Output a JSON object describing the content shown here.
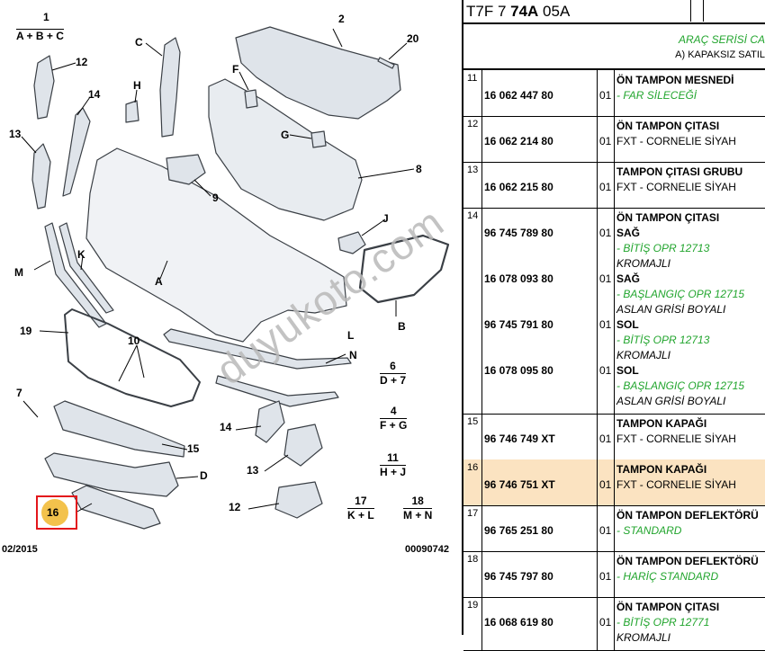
{
  "diagram": {
    "callouts": {
      "n1": "1",
      "n2": "2",
      "n4": "4",
      "n6": "6",
      "n7": "7",
      "n8": "8",
      "n9": "9",
      "n10": "10",
      "n11": "11",
      "n12a": "12",
      "n12b": "12",
      "n13a": "13",
      "n13b": "13",
      "n14a": "14",
      "n14b": "14",
      "n15": "15",
      "n16": "16",
      "n17": "17",
      "n18": "18",
      "n19": "19",
      "n20": "20",
      "lA": "A",
      "lB": "B",
      "lC": "C",
      "lD": "D",
      "lF": "F",
      "lG": "G",
      "lH": "H",
      "lJ": "J",
      "lK": "K",
      "lL": "L",
      "lM": "M",
      "lN": "N"
    },
    "combos": {
      "c1": "A + B + C",
      "c6": "D + 7",
      "c4": "F + G",
      "c11": "H + J",
      "c17": "K + L",
      "c18": "M + N"
    },
    "footer_date": "02/2015",
    "footer_ref": "00090742",
    "watermark": "duyukoto.com"
  },
  "sheet": {
    "header": {
      "code_pre": "T7F 7 ",
      "code_bold": "74A",
      "code_post": " 05A"
    },
    "subheader": {
      "title": "ARAÇ SERİSİ CA",
      "subtitle": "A) KAPAKSIZ SATIL"
    },
    "rows": [
      {
        "idx": "11",
        "lines": [
          {
            "pn": "",
            "qt": "",
            "d": "ÖN TAMPON MESNEDİ",
            "s": "b"
          },
          {
            "pn": "16 062 447 80",
            "qt": "01",
            "d": "- FAR SİLECEĞİ",
            "s": "g"
          }
        ]
      },
      {
        "idx": "12",
        "lines": [
          {
            "pn": "",
            "qt": "",
            "d": "ÖN TAMPON ÇITASI",
            "s": "b"
          },
          {
            "pn": "16 062 214 80",
            "qt": "01",
            "d": "FXT - CORNELIE SİYAH",
            "s": ""
          }
        ]
      },
      {
        "idx": "13",
        "lines": [
          {
            "pn": "",
            "qt": "",
            "d": "TAMPON ÇITASI GRUBU",
            "s": "b"
          },
          {
            "pn": "16 062 215 80",
            "qt": "01",
            "d": "FXT - CORNELIE SİYAH",
            "s": ""
          }
        ]
      },
      {
        "idx": "14",
        "lines": [
          {
            "pn": "",
            "qt": "",
            "d": "ÖN TAMPON ÇITASI",
            "s": "b"
          },
          {
            "pn": "96 745 789 80",
            "qt": "01",
            "d": "SAĞ",
            "s": "b"
          },
          {
            "pn": "",
            "qt": "",
            "d": "- BİTİŞ OPR 12713",
            "s": "g"
          },
          {
            "pn": "",
            "qt": "",
            "d": "KROMAJLI",
            "s": "i"
          },
          {
            "pn": "16 078 093 80",
            "qt": "01",
            "d": "SAĞ",
            "s": "b"
          },
          {
            "pn": "",
            "qt": "",
            "d": "- BAŞLANGIÇ OPR 12715",
            "s": "g"
          },
          {
            "pn": "",
            "qt": "",
            "d": "ASLAN GRİSİ BOYALI",
            "s": "i"
          },
          {
            "pn": "96 745 791 80",
            "qt": "01",
            "d": "SOL",
            "s": "b"
          },
          {
            "pn": "",
            "qt": "",
            "d": "- BİTİŞ OPR 12713",
            "s": "g"
          },
          {
            "pn": "",
            "qt": "",
            "d": "KROMAJLI",
            "s": "i"
          },
          {
            "pn": "16 078 095 80",
            "qt": "01",
            "d": "SOL",
            "s": "b"
          },
          {
            "pn": "",
            "qt": "",
            "d": "- BAŞLANGIÇ OPR 12715",
            "s": "g"
          },
          {
            "pn": "",
            "qt": "",
            "d": "ASLAN GRİSİ BOYALI",
            "s": "i"
          }
        ]
      },
      {
        "idx": "15",
        "lines": [
          {
            "pn": "",
            "qt": "",
            "d": "TAMPON KAPAĞI",
            "s": "b"
          },
          {
            "pn": "96 746 749 XT",
            "qt": "01",
            "d": "FXT - CORNELIE SİYAH",
            "s": ""
          }
        ]
      },
      {
        "idx": "16",
        "highlight": true,
        "lines": [
          {
            "pn": "",
            "qt": "",
            "d": "TAMPON KAPAĞI",
            "s": "b"
          },
          {
            "pn": "96 746 751 XT",
            "qt": "01",
            "d": "FXT - CORNELIE SİYAH",
            "s": ""
          }
        ]
      },
      {
        "idx": "17",
        "lines": [
          {
            "pn": "",
            "qt": "",
            "d": "ÖN TAMPON DEFLEKTÖRÜ",
            "s": "b"
          },
          {
            "pn": "96 765 251 80",
            "qt": "01",
            "d": "- STANDARD",
            "s": "g"
          }
        ]
      },
      {
        "idx": "18",
        "lines": [
          {
            "pn": "",
            "qt": "",
            "d": "ÖN TAMPON DEFLEKTÖRÜ",
            "s": "b"
          },
          {
            "pn": "96 745 797 80",
            "qt": "01",
            "d": "- HARİÇ STANDARD",
            "s": "g"
          }
        ]
      },
      {
        "idx": "19",
        "lines": [
          {
            "pn": "",
            "qt": "",
            "d": "ÖN TAMPON ÇITASI",
            "s": "b"
          },
          {
            "pn": "16 068 619 80",
            "qt": "01",
            "d": "- BİTİŞ OPR 12771",
            "s": "g"
          },
          {
            "pn": "",
            "qt": "",
            "d": "KROMAJLI",
            "s": "i"
          }
        ]
      }
    ]
  },
  "colors": {
    "green": "#22a52e",
    "highlight": "#fbe3c1",
    "red_box": "#e3161b",
    "circle": "#f3c24c"
  }
}
